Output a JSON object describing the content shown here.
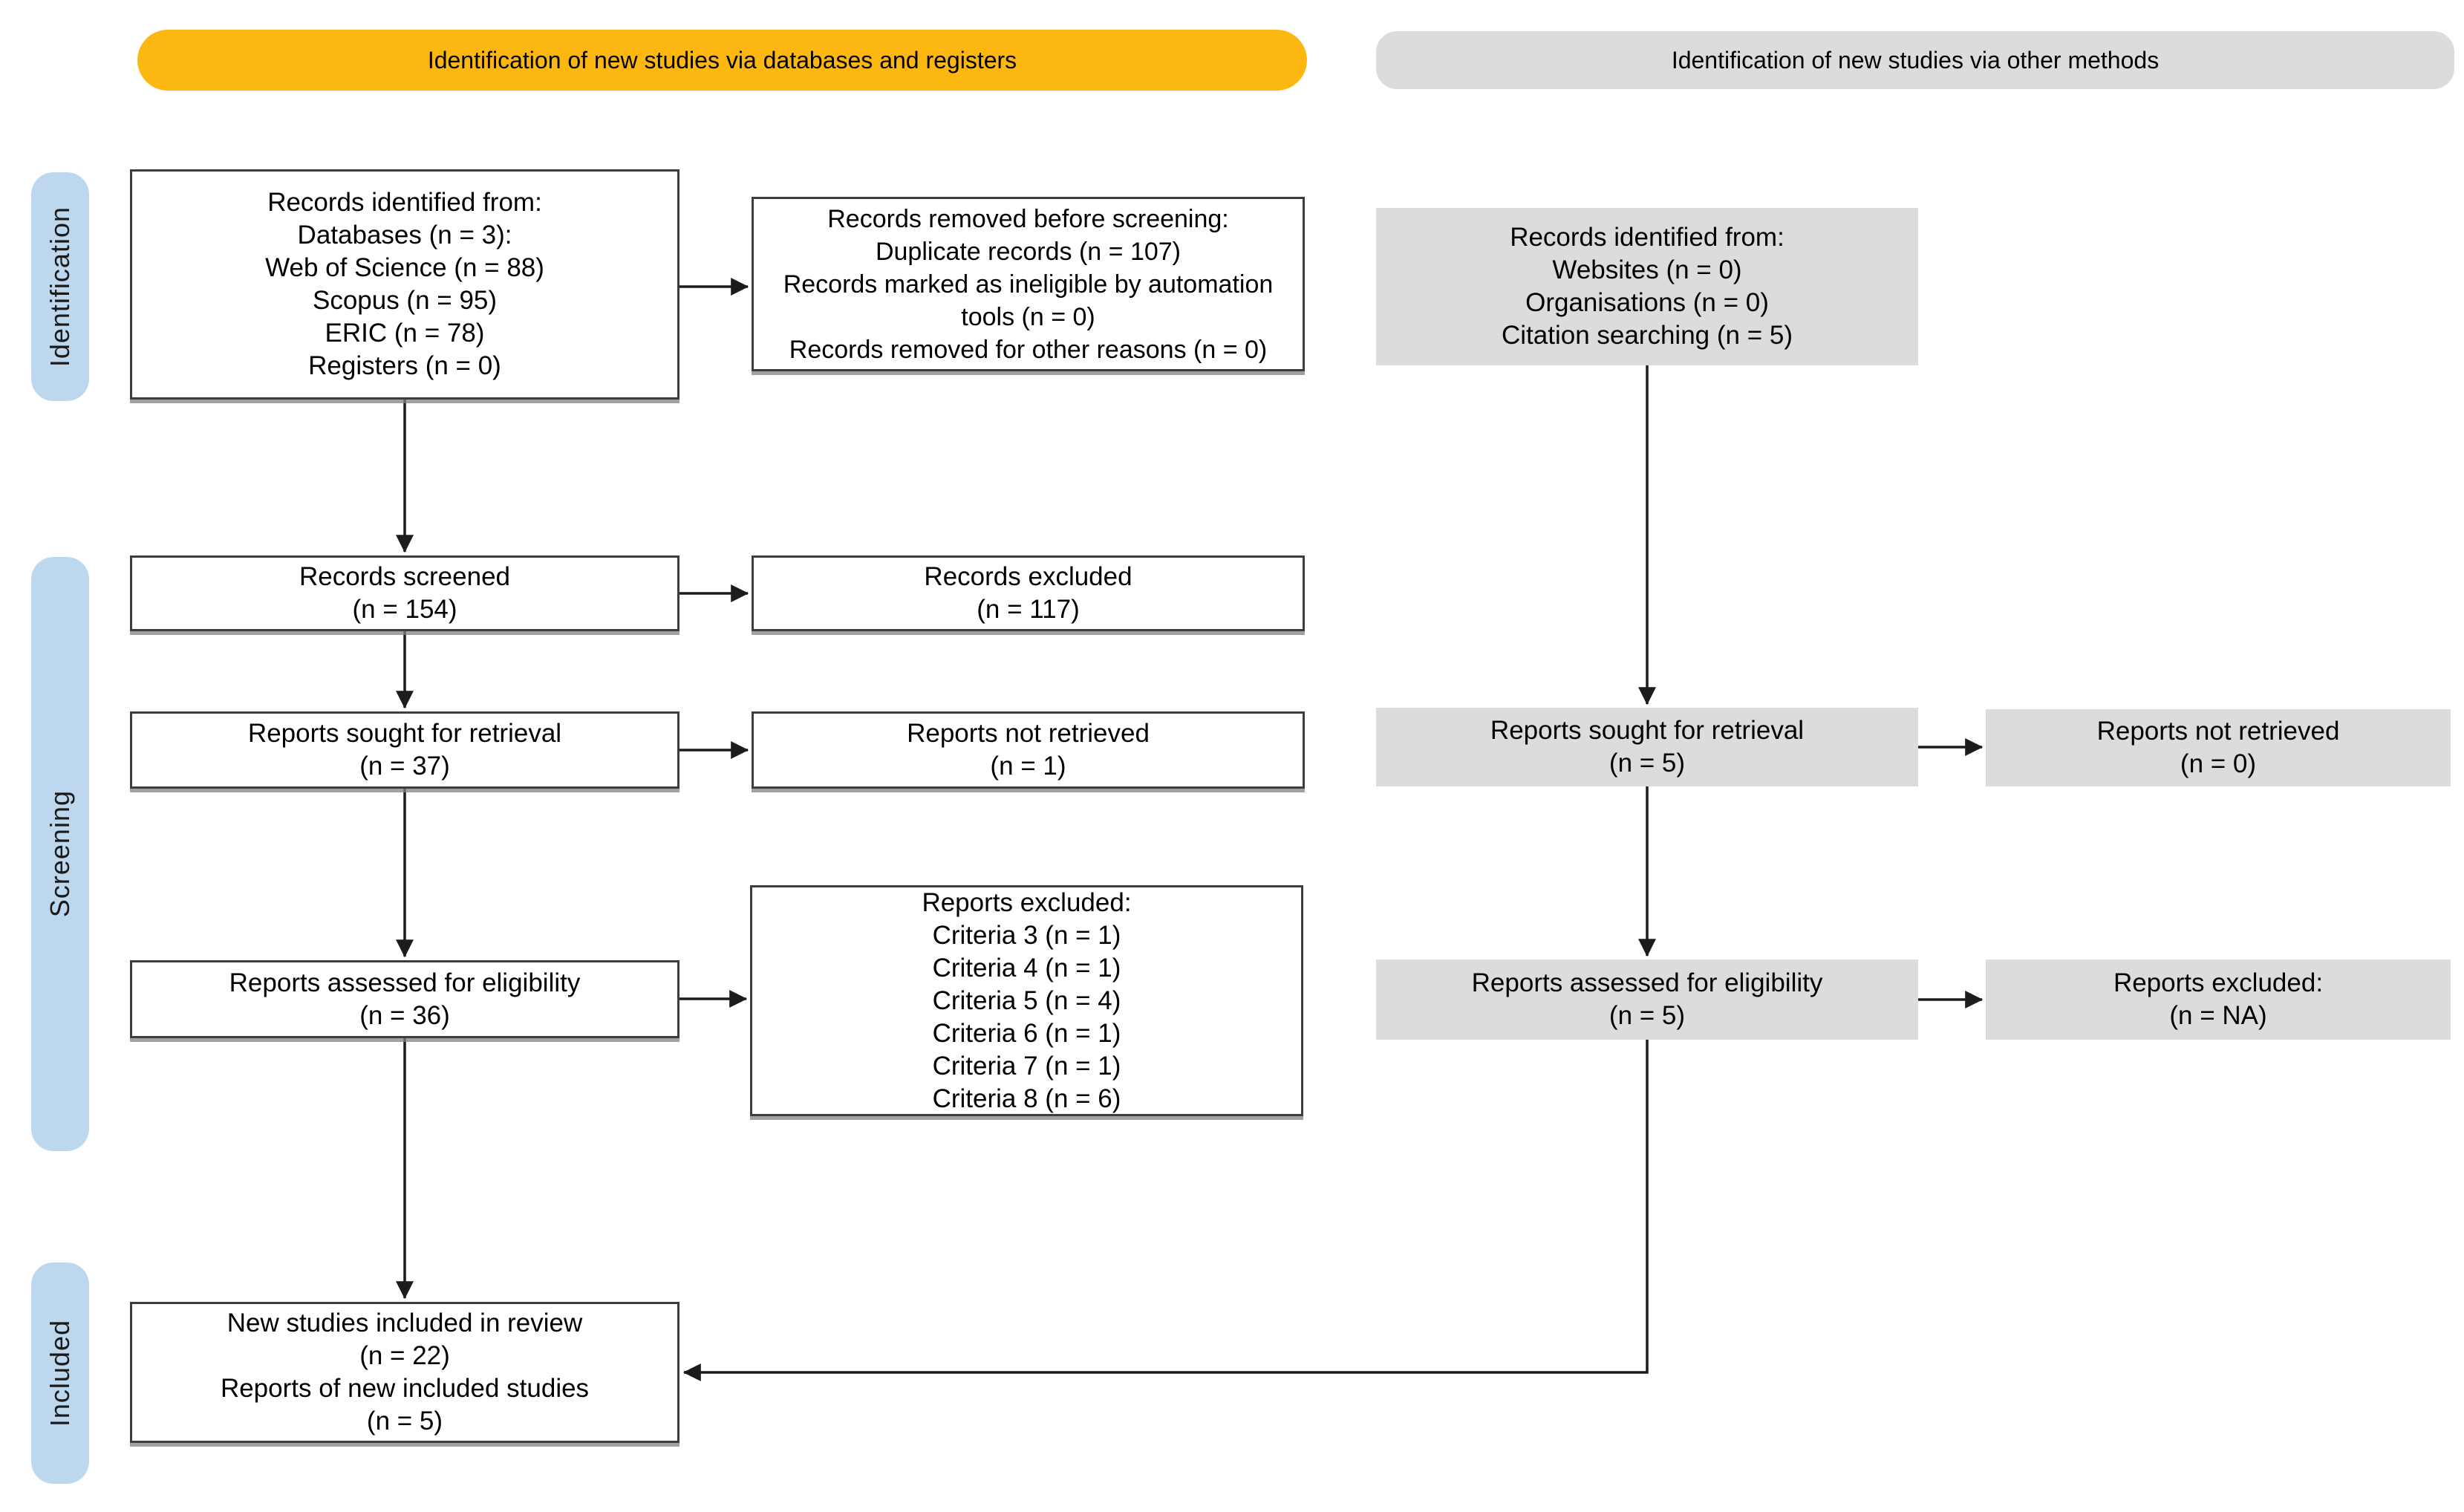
{
  "headers": {
    "databases": "Identification of new studies via databases and registers",
    "other": "Identification of new studies via other methods"
  },
  "stages": [
    {
      "label": "Identification"
    },
    {
      "label": "Screening"
    },
    {
      "label": "Included"
    }
  ],
  "boxes": {
    "db_identified": {
      "lines": [
        "Records identified from:",
        "Databases (n = 3):",
        "Web of Science (n = 88)",
        "Scopus (n = 95)",
        "ERIC (n = 78)",
        "Registers (n = 0)"
      ]
    },
    "records_removed": {
      "lines": [
        "Records removed before screening:",
        "Duplicate records (n = 107)",
        "Records marked as ineligible by automation tools (n = 0)",
        "Records removed for other reasons (n = 0)"
      ]
    },
    "other_identified": {
      "lines": [
        "Records identified from:",
        "Websites (n = 0)",
        "Organisations (n = 0)",
        "Citation searching (n = 5)"
      ]
    },
    "records_screened": {
      "lines": [
        "Records screened",
        "(n = 154)"
      ]
    },
    "records_excluded": {
      "lines": [
        "Records excluded",
        "(n = 117)"
      ]
    },
    "reports_sought": {
      "lines": [
        "Reports sought for retrieval",
        "(n = 37)"
      ]
    },
    "reports_not_retrieved": {
      "lines": [
        "Reports not retrieved",
        "(n = 1)"
      ]
    },
    "other_sought": {
      "lines": [
        "Reports sought for retrieval",
        "(n = 5)"
      ]
    },
    "other_not_retrieved": {
      "lines": [
        "Reports not retrieved",
        "(n = 0)"
      ]
    },
    "reports_assessed": {
      "lines": [
        "Reports assessed for eligibility",
        "(n = 36)"
      ]
    },
    "reports_excluded_criteria": {
      "lines": [
        "Reports excluded:",
        "Criteria 3 (n = 1)",
        "Criteria 4 (n = 1)",
        "Criteria 5 (n = 4)",
        "Criteria 6 (n = 1)",
        "Criteria 7 (n = 1)",
        "Criteria 8 (n = 6)"
      ]
    },
    "other_assessed": {
      "lines": [
        "Reports assessed for eligibility",
        "(n = 5)"
      ]
    },
    "other_excluded": {
      "lines": [
        "Reports excluded:",
        "(n = NA)"
      ]
    },
    "included": {
      "lines": [
        "New studies included in review",
        "(n = 22)",
        "Reports of new included studies",
        "(n = 5)"
      ]
    }
  },
  "colors": {
    "header_databases_bg": "#FCB811",
    "header_other_bg": "#DCDCDC",
    "stage_bg": "#BDD7EE",
    "gray_box_bg": "#DCDCDC",
    "white_box_border": "#3D3D3D",
    "arrow": "#1C1C1C"
  }
}
